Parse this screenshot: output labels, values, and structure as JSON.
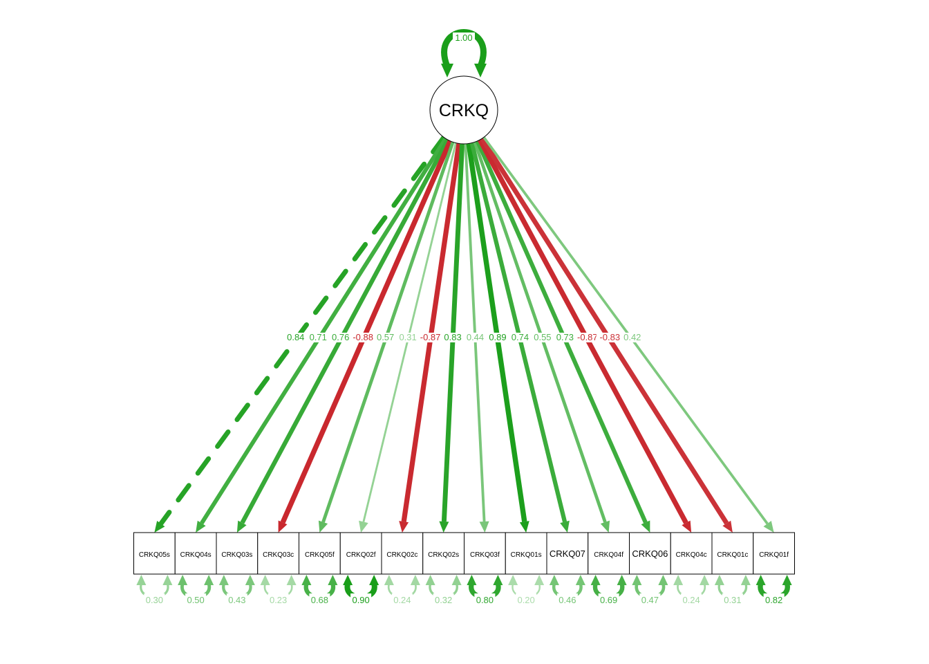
{
  "latent": {
    "label": "CRKQ",
    "variance": "1.00"
  },
  "colors": {
    "positive": "#1a9e1a",
    "negative": "#c8242a",
    "border": "#000000",
    "background": "#ffffff"
  },
  "indicators": [
    {
      "label": "CRKQ05s",
      "loading": 0.84,
      "loading_text": "0.84",
      "residual": 0.3,
      "residual_text": "0.30",
      "fixed": true
    },
    {
      "label": "CRKQ04s",
      "loading": 0.71,
      "loading_text": "0.71",
      "residual": 0.5,
      "residual_text": "0.50"
    },
    {
      "label": "CRKQ03s",
      "loading": 0.76,
      "loading_text": "0.76",
      "residual": 0.43,
      "residual_text": "0.43"
    },
    {
      "label": "CRKQ03c",
      "loading": -0.88,
      "loading_text": "-0.88",
      "residual": 0.23,
      "residual_text": "0.23"
    },
    {
      "label": "CRKQ05f",
      "loading": 0.57,
      "loading_text": "0.57",
      "residual": 0.68,
      "residual_text": "0.68"
    },
    {
      "label": "CRKQ02f",
      "loading": 0.31,
      "loading_text": "0.31",
      "residual": 0.9,
      "residual_text": "0.90"
    },
    {
      "label": "CRKQ02c",
      "loading": -0.87,
      "loading_text": "-0.87",
      "residual": 0.24,
      "residual_text": "0.24"
    },
    {
      "label": "CRKQ02s",
      "loading": 0.83,
      "loading_text": "0.83",
      "residual": 0.32,
      "residual_text": "0.32"
    },
    {
      "label": "CRKQ03f",
      "loading": 0.44,
      "loading_text": "0.44",
      "residual": 0.8,
      "residual_text": "0.80"
    },
    {
      "label": "CRKQ01s",
      "loading": 0.89,
      "loading_text": "0.89",
      "residual": 0.2,
      "residual_text": "0.20"
    },
    {
      "label": "CRKQ07",
      "loading": 0.74,
      "loading_text": "0.74",
      "residual": 0.46,
      "residual_text": "0.46"
    },
    {
      "label": "CRKQ04f",
      "loading": 0.55,
      "loading_text": "0.55",
      "residual": 0.69,
      "residual_text": "0.69"
    },
    {
      "label": "CRKQ06",
      "loading": 0.73,
      "loading_text": "0.73",
      "residual": 0.47,
      "residual_text": "0.47"
    },
    {
      "label": "CRKQ04c",
      "loading": -0.87,
      "loading_text": "-0.87",
      "residual": 0.24,
      "residual_text": "0.24"
    },
    {
      "label": "CRKQ01c",
      "loading": -0.83,
      "loading_text": "-0.83",
      "residual": 0.31,
      "residual_text": "0.31"
    },
    {
      "label": "CRKQ01f",
      "loading": 0.42,
      "loading_text": "0.42",
      "residual": 0.82,
      "residual_text": "0.82"
    }
  ]
}
